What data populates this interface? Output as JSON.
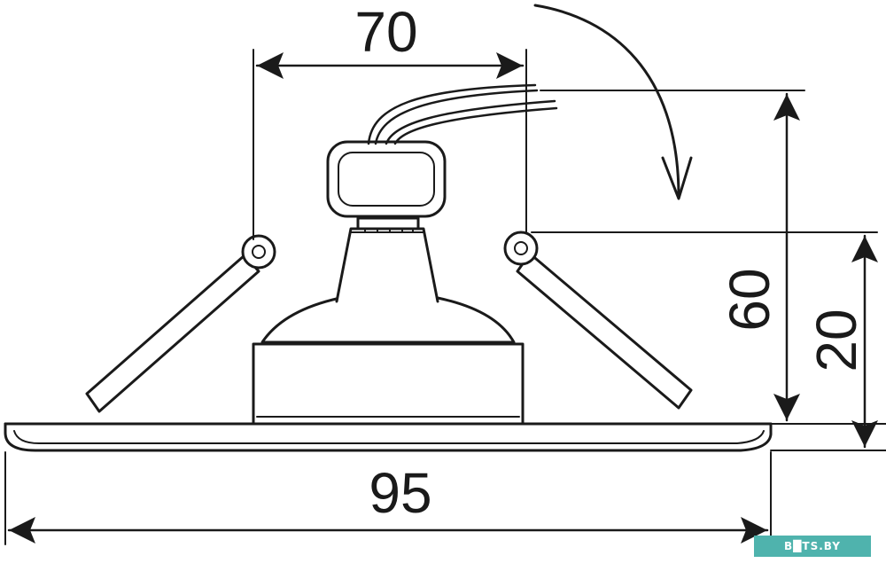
{
  "dimensions": {
    "width_label": "70",
    "height_label": "60",
    "depth_label": "20",
    "overall_width_label": "95"
  },
  "watermark": {
    "text": "B█TS.BY"
  },
  "colors": {
    "line": "#1a1a1a",
    "background": "#ffffff",
    "watermark_bg": "#4fb3ad"
  }
}
